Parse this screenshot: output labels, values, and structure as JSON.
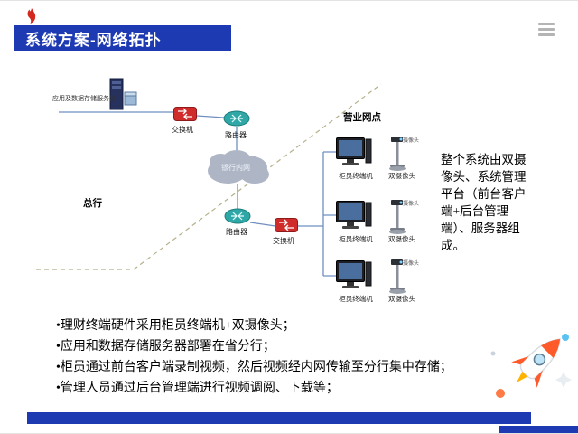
{
  "page": {
    "title": "系统方案-网络拓扑"
  },
  "header": {
    "menu_icon": "hamburger-lines",
    "logo_icon": "red-flame-logo"
  },
  "diagram": {
    "server_label": "应用及数据存储服务器",
    "switch_label_1": "交换机",
    "router_label_1": "路由器",
    "cloud_label": "银行内网",
    "zone_left": "总行",
    "zone_right": "营业网点",
    "router_label_2": "路由器",
    "switch_label_2": "交换机",
    "camera_head_label": "摄像头",
    "terminal_groups": [
      {
        "terminal": "柜员终端机",
        "camera": "双摄像头"
      },
      {
        "terminal": "柜员终端机",
        "camera": "双摄像头"
      },
      {
        "terminal": "柜员终端机",
        "camera": "双摄像头"
      }
    ]
  },
  "side_note": "整个系统由双摄像头、系统管理平台（前台客户端+后台管理端）、服务器组成。",
  "bullets": [
    "•理财终端硬件采用柜员终端机+双摄像头；",
    "•应用和数据存储服务器部署在省分行；",
    "•柜员通过前台客户端录制视频，然后视频经内网传输至分行集中存储；",
    "•管理人员通过后台管理端进行视频调阅、下载等；"
  ],
  "colors": {
    "banner_blue": "#1d3ab2",
    "switch_red": "#cf2b2b",
    "router_teal": "#2fa7a7",
    "rocket_orange": "#ff5a2a"
  }
}
